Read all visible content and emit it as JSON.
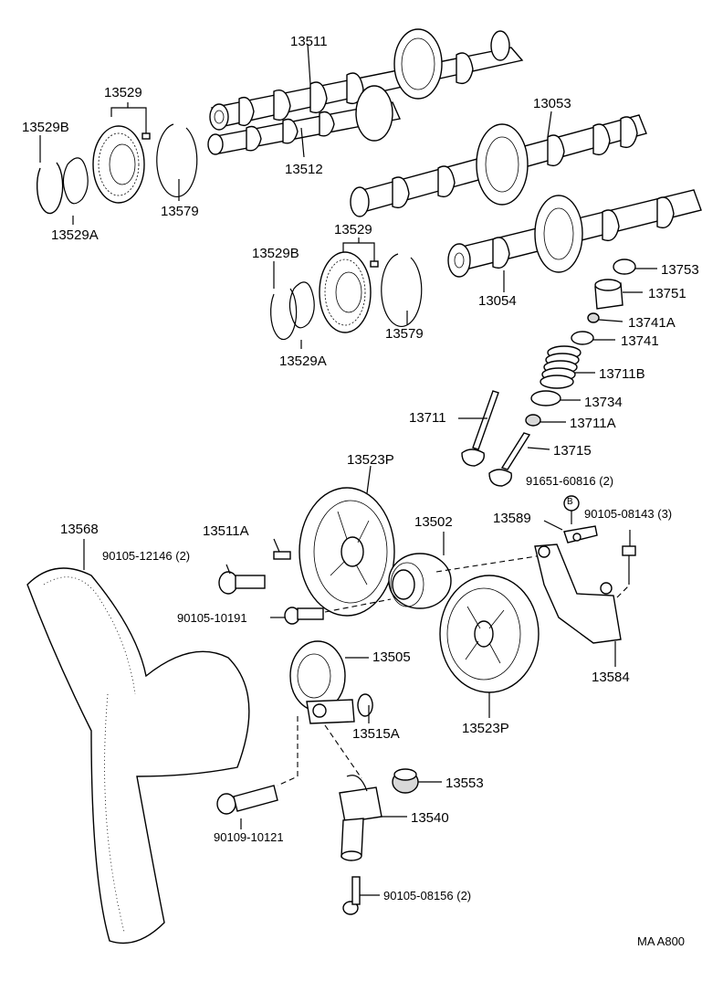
{
  "diagram_code": "MA A800",
  "parts": [
    {
      "id": "p13511",
      "label": "13511"
    },
    {
      "id": "p13512",
      "label": "13512"
    },
    {
      "id": "p13529_top",
      "label": "13529"
    },
    {
      "id": "p13529b_top",
      "label": "13529B"
    },
    {
      "id": "p13529a_top",
      "label": "13529A"
    },
    {
      "id": "p13579_top",
      "label": "13579"
    },
    {
      "id": "p13053",
      "label": "13053"
    },
    {
      "id": "p13054",
      "label": "13054"
    },
    {
      "id": "p13529_mid",
      "label": "13529"
    },
    {
      "id": "p13529b_mid",
      "label": "13529B"
    },
    {
      "id": "p13529a_mid",
      "label": "13529A"
    },
    {
      "id": "p13579_mid",
      "label": "13579"
    },
    {
      "id": "p13753",
      "label": "13753"
    },
    {
      "id": "p13751",
      "label": "13751"
    },
    {
      "id": "p13741a",
      "label": "13741A"
    },
    {
      "id": "p13741",
      "label": "13741"
    },
    {
      "id": "p13711b",
      "label": "13711B"
    },
    {
      "id": "p13734",
      "label": "13734"
    },
    {
      "id": "p13711",
      "label": "13711"
    },
    {
      "id": "p13711a",
      "label": "13711A"
    },
    {
      "id": "p13715",
      "label": "13715"
    },
    {
      "id": "p91651",
      "label": "91651-60816 (2)"
    },
    {
      "id": "pB",
      "label": "B"
    },
    {
      "id": "p90105_08143",
      "label": "90105-08143 (3)"
    },
    {
      "id": "p13523p_top",
      "label": "13523P"
    },
    {
      "id": "p13568",
      "label": "13568"
    },
    {
      "id": "p13511a",
      "label": "13511A"
    },
    {
      "id": "p13502",
      "label": "13502"
    },
    {
      "id": "p13589",
      "label": "13589"
    },
    {
      "id": "p90105_12146",
      "label": "90105-12146 (2)"
    },
    {
      "id": "p90105_10191",
      "label": "90105-10191"
    },
    {
      "id": "p13505",
      "label": "13505"
    },
    {
      "id": "p13584",
      "label": "13584"
    },
    {
      "id": "p13515a",
      "label": "13515A"
    },
    {
      "id": "p13523p_bot",
      "label": "13523P"
    },
    {
      "id": "p13553",
      "label": "13553"
    },
    {
      "id": "p13540",
      "label": "13540"
    },
    {
      "id": "p90109_10121",
      "label": "90109-10121"
    },
    {
      "id": "p90105_08156",
      "label": "90105-08156 (2)"
    }
  ]
}
